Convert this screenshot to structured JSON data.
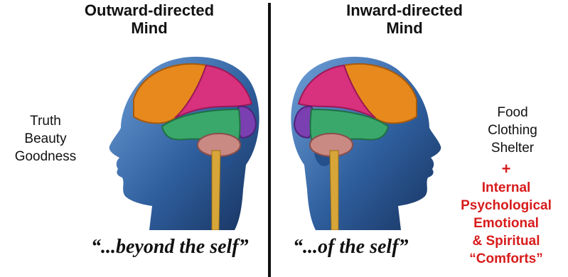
{
  "left": {
    "title": "Outward-directed\nMind",
    "values": [
      "Truth",
      "Beauty",
      "Goodness"
    ],
    "caption": "“...beyond the self”"
  },
  "right": {
    "title": "Inward-directed\nMind",
    "values": [
      "Food",
      "Clothing",
      "Shelter"
    ],
    "plus": "+",
    "internal": [
      "Internal",
      "Psychological",
      "Emotional",
      "& Spiritual",
      "“Comforts”"
    ],
    "caption": "“...of the self”"
  },
  "colors": {
    "head": "#2f5f9e",
    "frontal_lobe": "#e8891e",
    "parietal_lobe": "#d8317e",
    "temporal_lobe": "#3aa86b",
    "occipital_lobe": "#7a3fb0",
    "cerebellum": "#c98a84",
    "spinal_cord": "#d8a638",
    "highlight_text": "#d81b1b"
  }
}
